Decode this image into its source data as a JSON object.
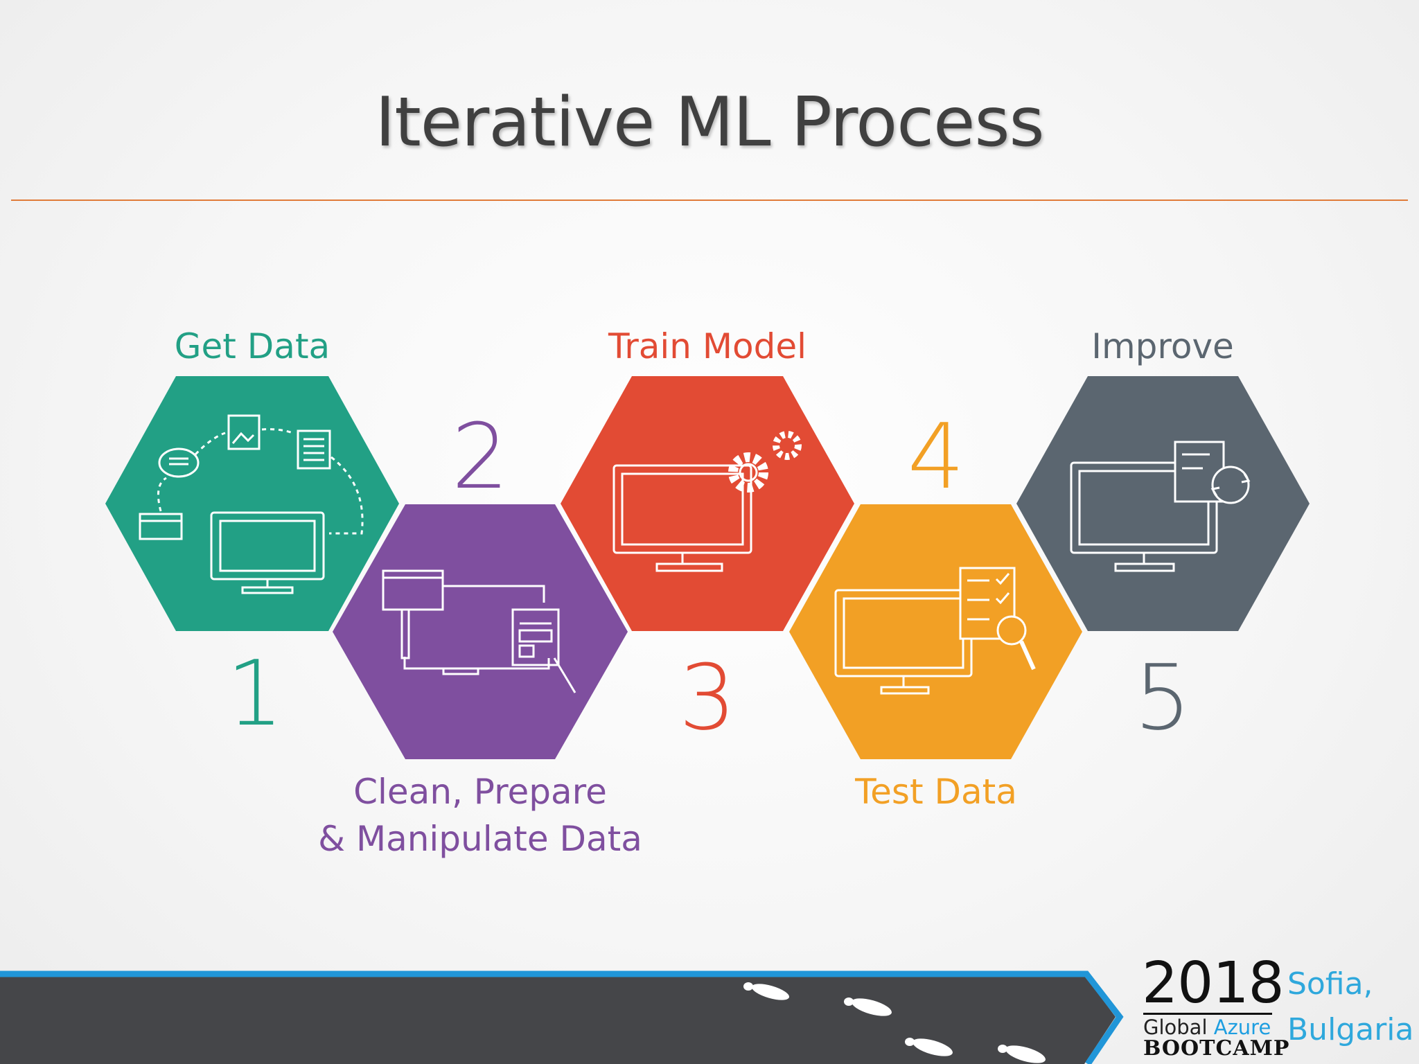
{
  "slide": {
    "title": "Iterative ML Process"
  },
  "steps": [
    {
      "number": "1",
      "label": "Get Data",
      "color": "#22a085",
      "icon": "data-sources-icon"
    },
    {
      "number": "2",
      "label_lines": [
        "Clean, Prepare",
        "& Manipulate Data"
      ],
      "color": "#7f4f9f",
      "icon": "code-editor-icon"
    },
    {
      "number": "3",
      "label": "Train Model",
      "color": "#e24b34",
      "icon": "monitor-gears-icon"
    },
    {
      "number": "4",
      "label": "Test Data",
      "color": "#f2a025",
      "icon": "checklist-magnifier-icon"
    },
    {
      "number": "5",
      "label": "Improve",
      "color": "#5b6670",
      "icon": "refresh-document-icon"
    }
  ],
  "footer": {
    "year": "2018",
    "global": "Global",
    "azure": "Azure",
    "bootcamp": "BOOTCAMP",
    "city_line1": "Sofia,",
    "city_line2": "Bulgaria",
    "accent_color": "#2196d8",
    "band_color": "#454649"
  }
}
